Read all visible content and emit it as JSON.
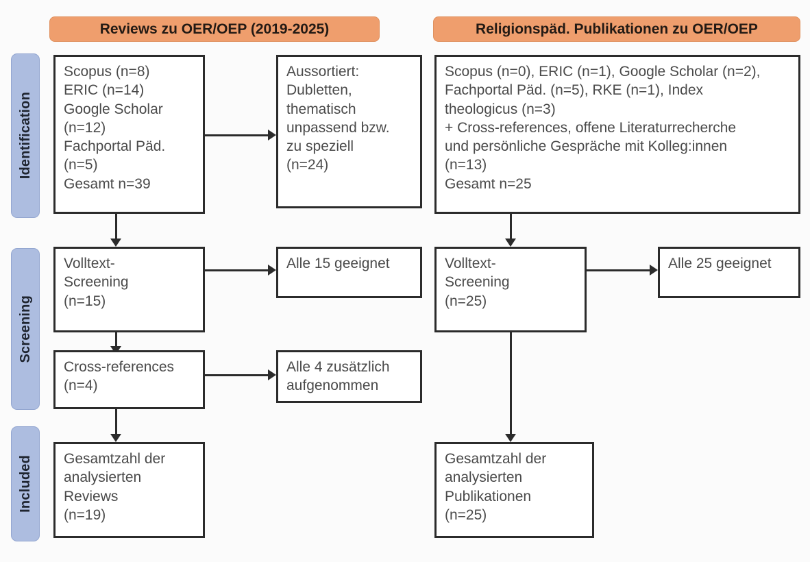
{
  "diagram": {
    "title": "PRISMA-Flussdiagramm Reviews und religionspädagogische Publikationen zu OER/OEP",
    "accent_header_color": "#ef9e6d",
    "stage_pill_color": "#adbde0",
    "box_border_color": "#2b2b2b"
  },
  "stages": [
    {
      "label": "Identification"
    },
    {
      "label": "Screening"
    },
    {
      "label": "Included"
    }
  ],
  "columns": {
    "left": {
      "header": "Reviews zu OER/OEP (2019-2025)"
    },
    "right": {
      "header": "Religionspäd. Publikationen zu OER/OEP"
    }
  },
  "boxes": {
    "left_sources": {
      "lines": [
        "Scopus (n=8)",
        "ERIC (n=14)",
        "Google Scholar",
        "(n=12)",
        "Fachportal Päd.",
        "(n=5)",
        "Gesamt n=39"
      ]
    },
    "left_excluded": {
      "lines": [
        "Aussortiert:",
        "Dubletten,",
        "thematisch",
        "unpassend bzw.",
        "zu speziell",
        "(n=24)"
      ]
    },
    "left_fulltext": {
      "lines": [
        "Volltext-",
        "Screening",
        "(n=15)"
      ]
    },
    "left_fulltext_result": {
      "lines": [
        "Alle 15 geeignet"
      ]
    },
    "left_crossrefs": {
      "lines": [
        "Cross-references",
        "(n=4)"
      ]
    },
    "left_crossrefs_result": {
      "lines": [
        "Alle 4 zusätzlich",
        "aufgenommen"
      ]
    },
    "left_included": {
      "lines": [
        "Gesamtzahl der",
        "analysierten",
        "Reviews",
        "(n=19)"
      ]
    },
    "right_sources": {
      "lines": [
        "Scopus (n=0), ERIC (n=1), Google Scholar (n=2),",
        "Fachportal Päd. (n=5), RKE (n=1), Index",
        "theologicus (n=3)",
        "+ Cross-references, offene Literaturrecherche",
        "und persönliche Gespräche mit Kolleg:innen",
        "(n=13)",
        "Gesamt n=25"
      ]
    },
    "right_fulltext": {
      "lines": [
        "Volltext-",
        "Screening",
        "(n=25)"
      ]
    },
    "right_fulltext_result": {
      "lines": [
        "Alle 25 geeignet"
      ]
    },
    "right_included": {
      "lines": [
        "Gesamtzahl der",
        "analysierten",
        "Publikationen",
        "(n=25)"
      ]
    }
  }
}
